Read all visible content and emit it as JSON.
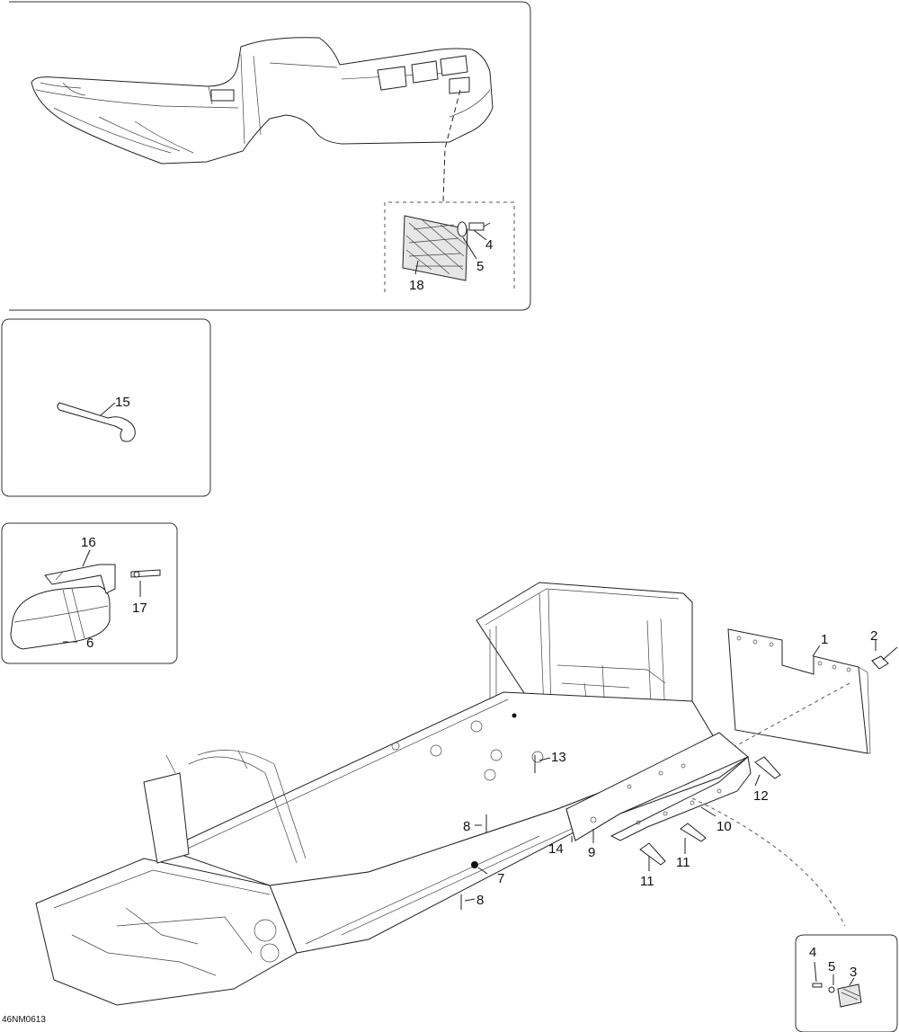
{
  "drawing_code": "46NM0613",
  "callouts": {
    "c1": "1",
    "c2": "2",
    "c3": "3",
    "c4a": "4",
    "c4b": "4",
    "c5a": "5",
    "c5b": "5",
    "c6": "6",
    "c7": "7",
    "c8a": "8",
    "c8b": "8",
    "c9": "9",
    "c10": "10",
    "c11a": "11",
    "c11b": "11",
    "c12": "12",
    "c13": "13",
    "c14": "14",
    "c15": "15",
    "c16": "16",
    "c17": "17",
    "c18": "18"
  }
}
